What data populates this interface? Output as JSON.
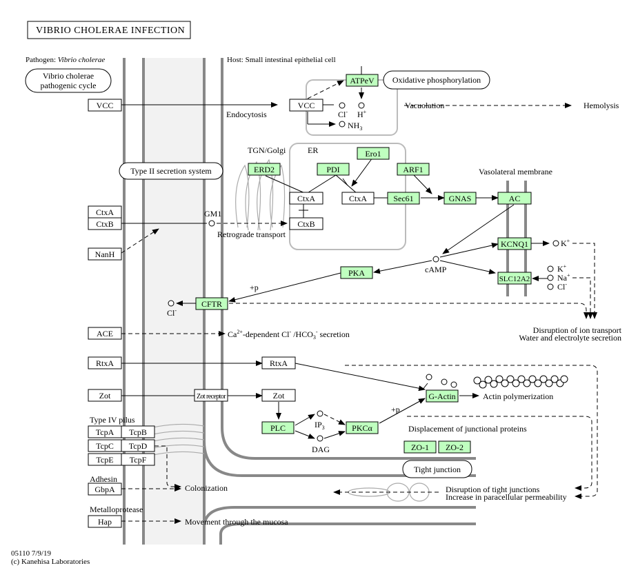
{
  "title": "VIBRIO  CHOLERAE  INFECTION",
  "labels": {
    "pathogen": "Pathogen: ",
    "pathogen_species": "Vibrio cholerae",
    "host": "Host: Small intestinal epithelial cell",
    "pathogenic_cycle_1": "Vibrio cholerae",
    "pathogenic_cycle_2": "pathogenic cycle",
    "type2": "Type II secretion system",
    "oxphos": "Oxidative phosphorylation",
    "endocytosis": "Endocytosis",
    "vacuolation": "Vacuolation",
    "hemolysis": "Hemolysis",
    "tgn": "TGN/Golgi",
    "er": "ER",
    "vasolateral": "Vasolateral membrane",
    "gm1": "GM1",
    "retrograde": "Retrograde transport",
    "camp": "cAMP",
    "plusp1": "+p",
    "plusp2": "+p",
    "disruption_ion_1": "Disruption of ion transport",
    "disruption_ion_2": "Water and electrolyte secretion",
    "secretion_pre": "Ca",
    "secretion_sup1": "2+",
    "secretion_mid": "-dependent Cl",
    "secretion_sup2": "-",
    "secretion_mid2": " /HCO",
    "secretion_sub": "3",
    "secretion_sup3": "-",
    "secretion_post": " secretion",
    "actin_poly": "Actin polymerization",
    "ip3": "IP",
    "ip3_sub": "3",
    "dag": "DAG",
    "displacement": "Displacement of junctional proteins",
    "tight_junction": "Tight junction",
    "disruption_tj_1": "Disruption of tight junctions",
    "disruption_tj_2": "Increase in paracellular permeability",
    "type4": "Type IV pilus",
    "adhesin": "Adhesin",
    "metalloprotease": "Metalloprotease",
    "colonization": "Colonization",
    "movement": "Movement through the mucosa",
    "footer_1": "05110 7/9/19",
    "footer_2": "(c) Kanehisa Laboratories"
  },
  "ions": {
    "cl_vac": "Cl",
    "cl_vac_sup": "-",
    "h_vac": "H",
    "h_vac_sup": "+",
    "nh3": "NH",
    "nh3_sub": "3",
    "k1": "K",
    "k1_sup": "+",
    "k2": "K",
    "k2_sup": "+",
    "na": "Na",
    "na_sup": "+",
    "cl2": "Cl",
    "cl2_sup": "-",
    "cl3": "Cl",
    "cl3_sup": "-"
  },
  "genes": {
    "vcc1": "VCC",
    "vcc2": "VCC",
    "atpev": "ATPeV",
    "ctxa1": "CtxA",
    "ctxb1": "CtxB",
    "nanh": "NanH",
    "erd2": "ERD2",
    "pdi": "PDI",
    "ero1": "Ero1",
    "arf1": "ARF1",
    "ctxa2": "CtxA",
    "ctxa3": "CtxA",
    "sec61": "Sec61",
    "gnas": "GNAS",
    "ac": "AC",
    "ctxb2": "CtxB",
    "kcnq1": "KCNQ1",
    "slc12a2": "SLC12A2",
    "pka": "PKA",
    "cftr": "CFTR",
    "ace": "ACE",
    "rtxa1": "RtxA",
    "rtxa2": "RtxA",
    "zot1": "Zot",
    "zot_receptor": "Zot receptor",
    "zot2": "Zot",
    "plc": "PLC",
    "pkca": "PKCα",
    "gactin": "G-Actin",
    "zo1": "ZO-1",
    "zo2": "ZO-2",
    "tcpa": "TcpA",
    "tcpb": "TcpB",
    "tcpc": "TcpC",
    "tcpd": "TcpD",
    "tcpe": "TcpE",
    "tcpf": "TcpF",
    "gbpa": "GbpA",
    "hap": "Hap"
  }
}
